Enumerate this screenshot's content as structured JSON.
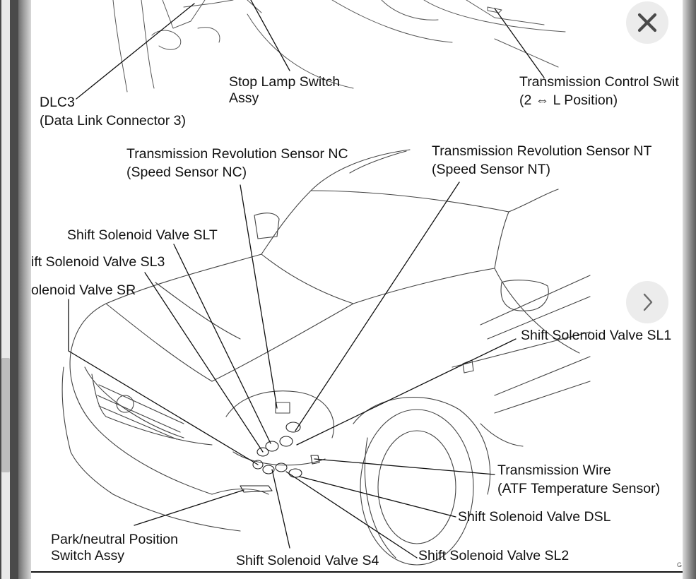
{
  "viewer": {
    "close_icon": "close-icon",
    "next_icon": "chevron-right-icon",
    "corner_code": "G"
  },
  "diagram": {
    "labels": {
      "dlc3_line1": "DLC3",
      "dlc3_line2": "(Data Link Connector 3)",
      "stop_lamp_line1": "Stop Lamp Switch",
      "stop_lamp_line2": "Assy",
      "tcs_line1": "Transmission Control Swit",
      "tcs_line2": "(2 ⇔ L Position)",
      "trs_nc_line1": "Transmission Revolution Sensor NC",
      "trs_nc_line2": "(Speed Sensor NC)",
      "trs_nt_line1": "Transmission Revolution Sensor NT",
      "trs_nt_line2": "(Speed Sensor NT)",
      "slt": "Shift Solenoid Valve SLT",
      "sl3": "ift Solenoid Valve SL3",
      "sr": "olenoid Valve SR",
      "sl1": "Shift Solenoid Valve SL1",
      "wire_line1": "Transmission Wire",
      "wire_line2": "(ATF Temperature Sensor)",
      "dsl": "Shift Solenoid Valve DSL",
      "sl2": "Shift Solenoid Valve SL2",
      "s4": "Shift Solenoid Valve S4",
      "pn_line1": "Park/neutral Position",
      "pn_line2": "Switch Assy"
    }
  }
}
